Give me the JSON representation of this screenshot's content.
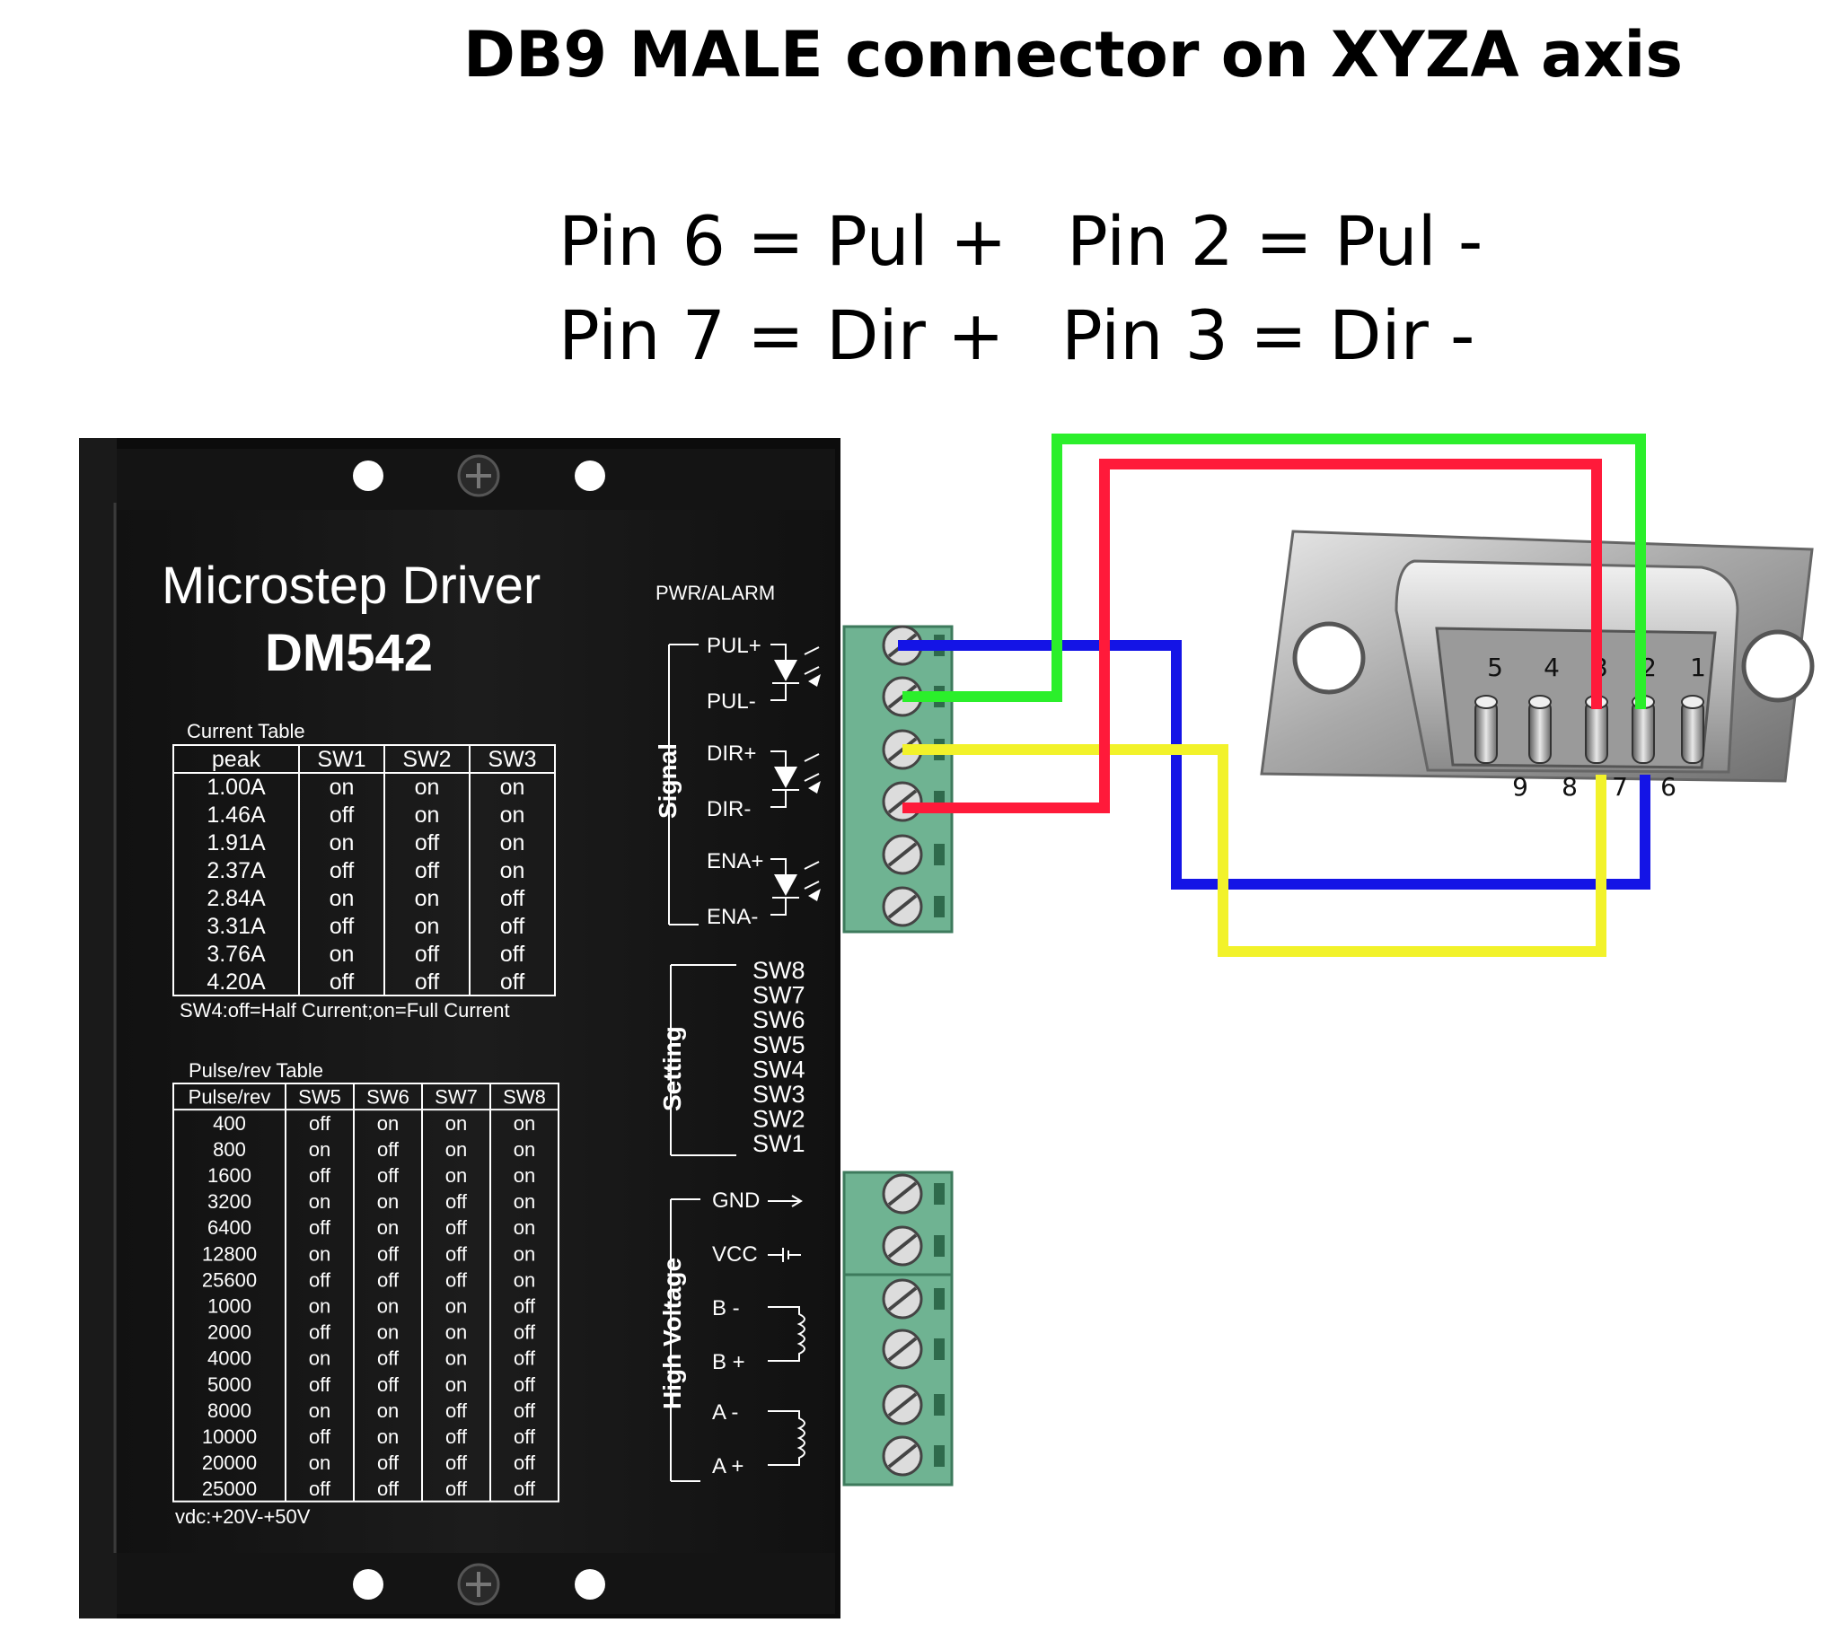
{
  "title": "DB9 MALE connector on XYZA axis",
  "pin_map": [
    "Pin 6 = Pul +",
    "Pin 2 = Pul -",
    "Pin 7 = Dir +",
    "Pin 3 = Dir -"
  ],
  "driver": {
    "brand": "Microstep Driver",
    "model": "DM542",
    "pwr_alarm": "PWR/ALARM",
    "current_table": {
      "caption": "Current Table",
      "headers": [
        "peak",
        "SW1",
        "SW2",
        "SW3"
      ],
      "rows": [
        [
          "1.00A",
          "on",
          "on",
          "on"
        ],
        [
          "1.46A",
          "off",
          "on",
          "on"
        ],
        [
          "1.91A",
          "on",
          "off",
          "on"
        ],
        [
          "2.37A",
          "off",
          "off",
          "on"
        ],
        [
          "2.84A",
          "on",
          "on",
          "off"
        ],
        [
          "3.31A",
          "off",
          "on",
          "off"
        ],
        [
          "3.76A",
          "on",
          "off",
          "off"
        ],
        [
          "4.20A",
          "off",
          "off",
          "off"
        ]
      ],
      "note": "SW4:off=Half Current;on=Full Current"
    },
    "pulse_table": {
      "caption": "Pulse/rev Table",
      "headers": [
        "Pulse/rev",
        "SW5",
        "SW6",
        "SW7",
        "SW8"
      ],
      "rows": [
        [
          "400",
          "off",
          "on",
          "on",
          "on"
        ],
        [
          "800",
          "on",
          "off",
          "on",
          "on"
        ],
        [
          "1600",
          "off",
          "off",
          "on",
          "on"
        ],
        [
          "3200",
          "on",
          "on",
          "off",
          "on"
        ],
        [
          "6400",
          "off",
          "on",
          "off",
          "on"
        ],
        [
          "12800",
          "on",
          "off",
          "off",
          "on"
        ],
        [
          "25600",
          "off",
          "off",
          "off",
          "on"
        ],
        [
          "1000",
          "on",
          "on",
          "on",
          "off"
        ],
        [
          "2000",
          "off",
          "on",
          "on",
          "off"
        ],
        [
          "4000",
          "on",
          "off",
          "on",
          "off"
        ],
        [
          "5000",
          "off",
          "off",
          "on",
          "off"
        ],
        [
          "8000",
          "on",
          "on",
          "off",
          "off"
        ],
        [
          "10000",
          "off",
          "on",
          "off",
          "off"
        ],
        [
          "20000",
          "on",
          "off",
          "off",
          "off"
        ],
        [
          "25000",
          "off",
          "off",
          "off",
          "off"
        ]
      ]
    },
    "vdc": "vdc:+20V-+50V",
    "signal_group": "Signal",
    "signal_terminals": [
      "PUL+",
      "PUL-",
      "DIR+",
      "DIR-",
      "ENA+",
      "ENA-"
    ],
    "setting_group": "Setting",
    "switches": [
      "SW8",
      "SW7",
      "SW6",
      "SW5",
      "SW4",
      "SW3",
      "SW2",
      "SW1"
    ],
    "hv_group": "High Voltage",
    "hv_terminals": [
      "GND",
      "VCC",
      "B -",
      "B +",
      "A -",
      "A +"
    ]
  },
  "db9": {
    "top_pins": [
      "5",
      "4",
      "3",
      "2",
      "1"
    ],
    "bottom_pins": [
      "9",
      "8",
      "7",
      "6"
    ]
  },
  "wire_colors": {
    "pul_plus": "#1414e6",
    "pul_minus": "#2bef2b",
    "dir_plus": "#f2f22a",
    "dir_minus": "#ff1a3a"
  }
}
